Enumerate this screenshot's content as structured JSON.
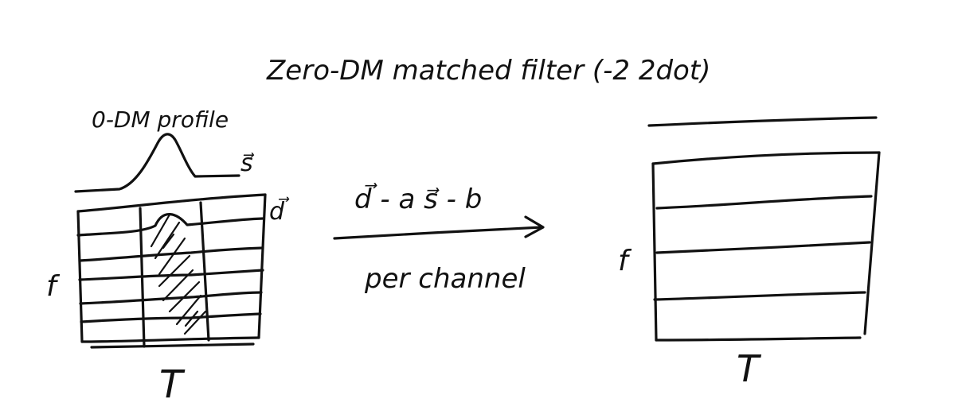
{
  "title": "Zero-DM matched filter (-2 2dot)",
  "left_panel": {
    "profile_label": "0-DM profile",
    "profile_vector_label": "s⃗",
    "data_vector_label": "d⃗",
    "y_axis_label": "f",
    "x_axis_label": "T"
  },
  "arrow": {
    "top_label": "d⃗ - a s⃗ - b",
    "bottom_label": "per channel"
  },
  "right_panel": {
    "y_axis_label": "f",
    "x_axis_label": "T"
  },
  "colors": {
    "ink": "#111111",
    "background": "#ffffff"
  }
}
